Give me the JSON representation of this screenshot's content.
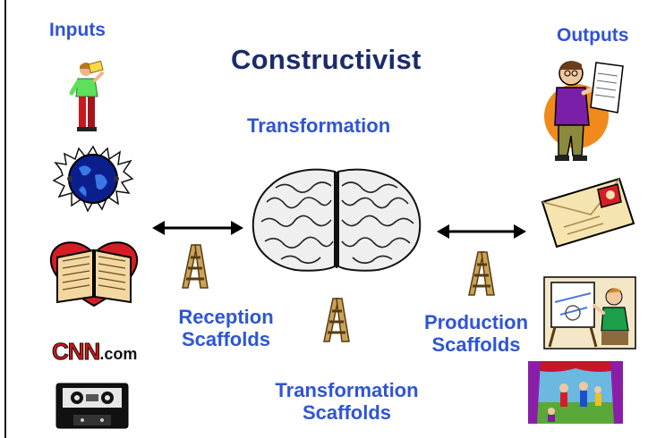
{
  "title": "Constructivist",
  "labels": {
    "inputs": "Inputs",
    "outputs": "Outputs",
    "transformation": "Transformation",
    "reception_scaffolds_line1": "Reception",
    "reception_scaffolds_line2": "Scaffolds",
    "production_scaffolds_line1": "Production",
    "production_scaffolds_line2": "Scaffolds",
    "transformation_scaffolds_line1": "Transformation",
    "transformation_scaffolds_line2": "Scaffolds"
  },
  "logos": {
    "cnn_main": "CNN",
    "cnn_suffix": ".com"
  },
  "icons": {
    "inputs": [
      "person-reading-icon",
      "globe-icon",
      "open-book-icon",
      "cnn-logo",
      "cassette-tape-icon"
    ],
    "outputs": [
      "presenter-with-paper-icon",
      "envelope-icon",
      "person-at-easel-icon",
      "theater-stage-icon"
    ],
    "center": [
      "brain-icon",
      "double-arrow-icon",
      "ladder-icon"
    ]
  },
  "colors": {
    "label_blue": "#2f55d4",
    "title_navy": "#1b2b6b",
    "rule": "#1a1a1a"
  }
}
